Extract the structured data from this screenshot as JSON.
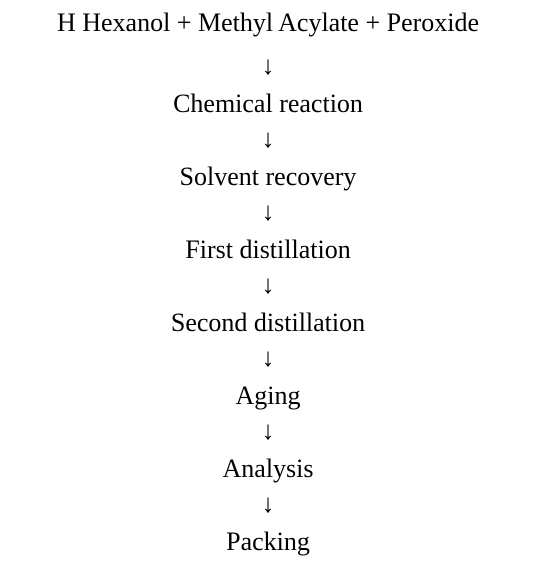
{
  "diagram": {
    "steps": [
      "H Hexanol + Methyl Acylate + Peroxide",
      "Chemical reaction",
      "Solvent recovery",
      "First distillation",
      "Second distillation",
      "Aging",
      "Analysis",
      "Packing"
    ],
    "arrow_glyph": "↓"
  }
}
